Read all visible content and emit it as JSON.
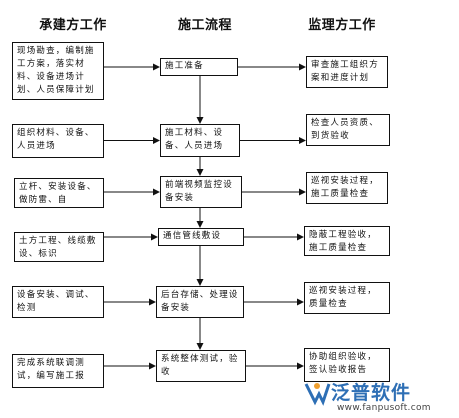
{
  "columns": {
    "left": "承建方工作",
    "center": "施工流程",
    "right": "监理方工作"
  },
  "rows": [
    {
      "left": "现场勘查，编制施工方案，落实材料、设备进场计划、人员保障计划",
      "center": "施工准备",
      "right": "审查施工组织方案和进度计划"
    },
    {
      "left": "组织材料、设备、人员进场",
      "center": "施工材料、设备、人员进场",
      "right": "检查人员资质、到货验收"
    },
    {
      "left": "立杆、安装设备、做防雷、自",
      "center": "前端视频监控设备安装",
      "right": "巡视安装过程，施工质量检查"
    },
    {
      "left": "土方工程、线缆敷设、标识",
      "center": "通信管线敷设",
      "right": "隐蔽工程验收，施工质量检查"
    },
    {
      "left": "设备安装、调试、检测",
      "center": "后台存储、处理设备安装",
      "right": "巡视安装过程，质量检查"
    },
    {
      "left": "完成系统联调测试，编写施工报",
      "center": "系统整体测试，验收",
      "right": "协助组织验收，签认验收报告"
    }
  ],
  "watermark": {
    "brand": "泛普软件",
    "url": "www.fanpusoft.com"
  }
}
